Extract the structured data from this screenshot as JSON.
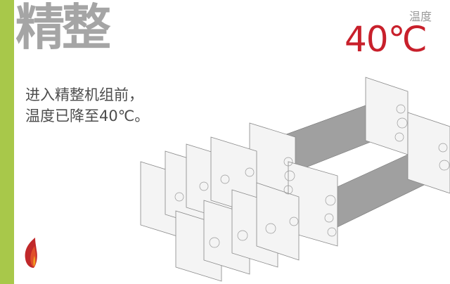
{
  "title": "精整",
  "temperature": {
    "label": "温度",
    "value": "40℃"
  },
  "description": {
    "line1": "进入精整机组前，",
    "line2": "温度已降至40℃。"
  },
  "colors": {
    "accent_bar": "#a8c84a",
    "title_gray": "#a5a5a5",
    "temp_red": "#c8202b",
    "body_text": "#4d4d4d"
  },
  "icons": {
    "logo": "flame-icon"
  }
}
